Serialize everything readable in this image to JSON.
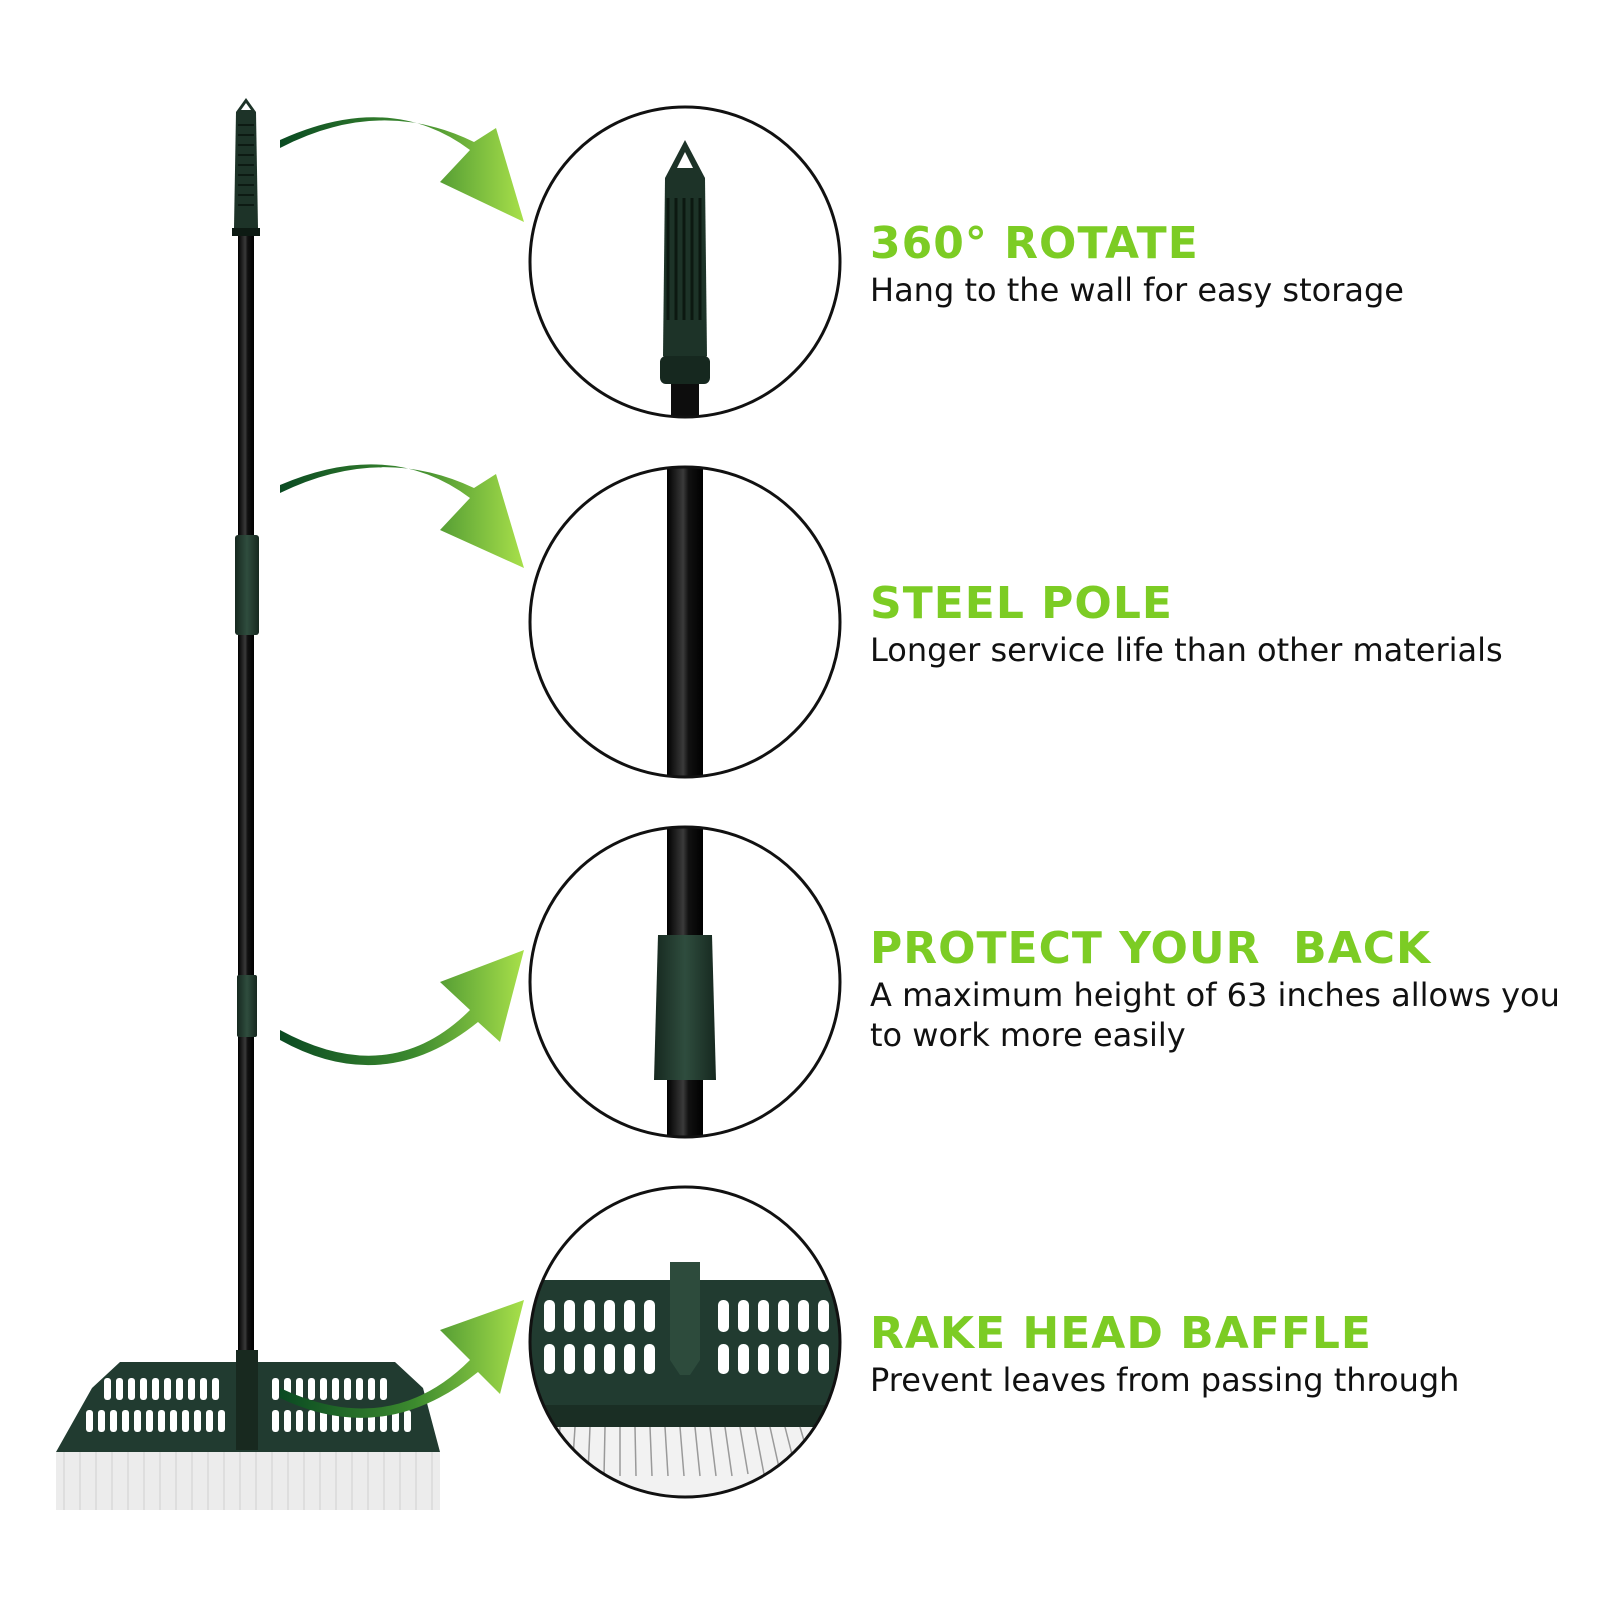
{
  "colors": {
    "accent_green": "#7ccc24",
    "rake_dark_green": "#213b30",
    "pole_black": "#0f0f0f",
    "arrow_dark": "#0a4a22",
    "arrow_light": "#a8e04a",
    "text_dark": "#111111"
  },
  "features": [
    {
      "title": "360° ROTATE",
      "description": "Hang to the wall for easy storage",
      "icon": "handle-closeup"
    },
    {
      "title": "STEEL POLE",
      "description": "Longer service life than other materials",
      "icon": "pole-closeup"
    },
    {
      "title": "PROTECT YOUR  BACK",
      "description": "A maximum height of 63 inches allows you to work more easily",
      "icon": "joint-closeup"
    },
    {
      "title": "RAKE HEAD BAFFLE",
      "description": "Prevent leaves from passing through",
      "icon": "rake-head-closeup"
    }
  ]
}
